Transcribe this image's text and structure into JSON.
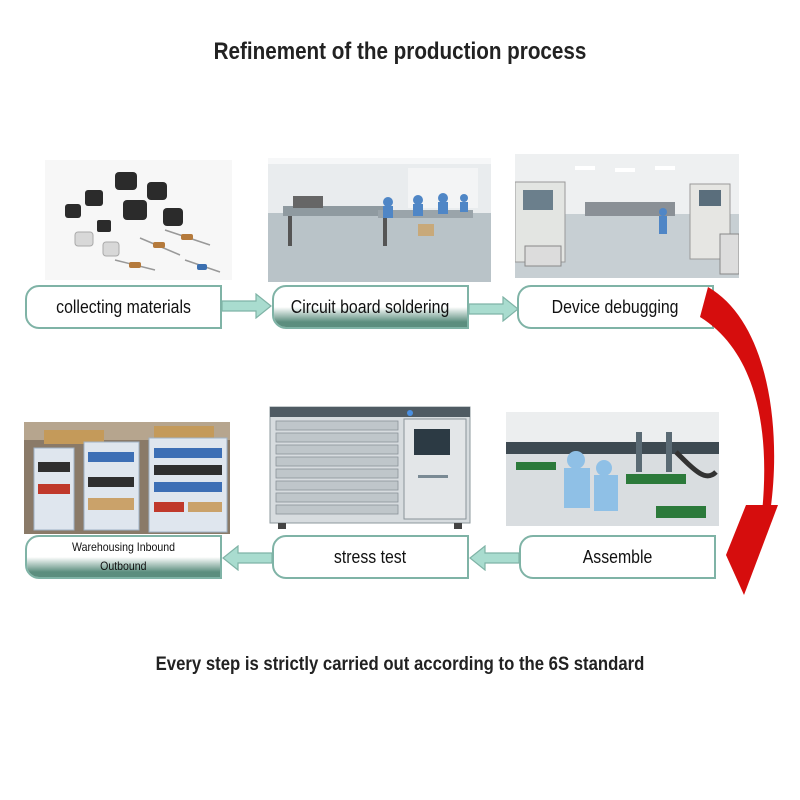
{
  "title": "Refinement of the production process",
  "footer": "Every step is strictly carried out according to the 6S standard",
  "colors": {
    "step_border": "#7fb3a6",
    "arrow_fill": "#a9dccf",
    "connector": "#d60d0d",
    "step_shade": "#3f7a68"
  },
  "steps": [
    {
      "label": "collecting materials",
      "photo": "electronic-components-photo"
    },
    {
      "label": "Circuit board soldering",
      "photo": "soldering-workshop-photo"
    },
    {
      "label": "Device debugging",
      "photo": "debugging-workshop-photo"
    },
    {
      "label": "Assemble",
      "photo": "assembly-line-photo"
    },
    {
      "label": "stress test",
      "photo": "aging-test-cabinet-photo"
    },
    {
      "label_line1": "Warehousing Inbound",
      "label_line2": "Outbound",
      "photo": "warehouse-shelves-photo"
    }
  ]
}
